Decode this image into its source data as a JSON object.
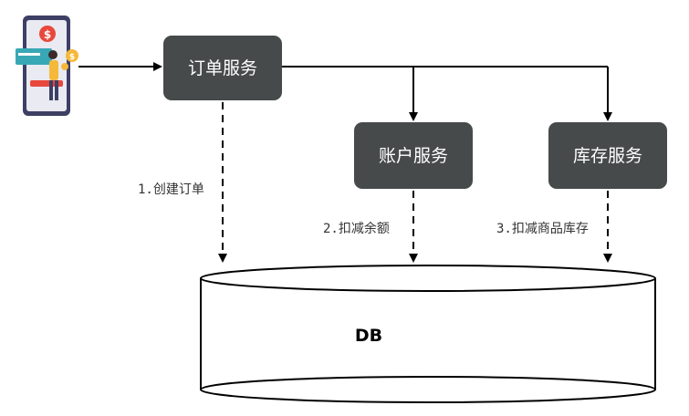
{
  "services": {
    "order": "订单服务",
    "account": "账户服务",
    "inventory": "库存服务"
  },
  "steps": {
    "create_order": "1.创建订单",
    "deduct_balance": "2.扣减余额",
    "deduct_stock": "3.扣减商品库存"
  },
  "database": {
    "label": "DB"
  },
  "icons": {
    "user": "user-payment-icon"
  },
  "colors": {
    "service_box": "#464a4a",
    "service_text": "#ffffff",
    "connector": "#000000",
    "dashed_connector": "#000000",
    "step_text": "#333333",
    "db_stroke": "#000000",
    "accent_red": "#e8483c",
    "accent_gold": "#f5b93a"
  }
}
